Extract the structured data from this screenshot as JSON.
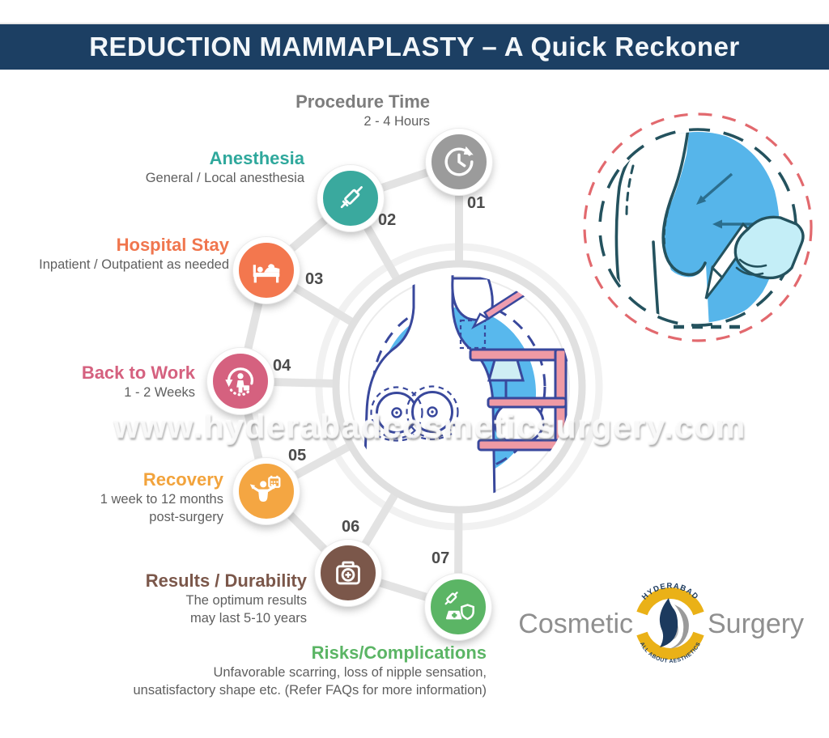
{
  "title_bar": {
    "text": "REDUCTION MAMMAPLASTY – A Quick Reckoner",
    "bg_color": "#1c3f63",
    "text_color": "#f3f7fa"
  },
  "watermark": {
    "text": "www.hyderabadcosmeticsurgery.com"
  },
  "diagram": {
    "center_illustration": "breast-reduction-surgery-scene",
    "side_illustration": "breast-profile-marking-scene",
    "steps": [
      {
        "number": "01",
        "heading": "Procedure Time",
        "heading_color": "#7d7d7d",
        "icon": "clock-history-icon",
        "icon_color": "#9b9b9b",
        "line1": "2 - 4 Hours"
      },
      {
        "number": "02",
        "heading": "Anesthesia",
        "heading_color": "#2fa89c",
        "icon": "syringe-icon",
        "icon_color": "#3aa99e",
        "line1": "General / Local anesthesia"
      },
      {
        "number": "03",
        "heading": "Hospital Stay",
        "heading_color": "#f0764e",
        "icon": "hospital-bed-icon",
        "icon_color": "#f3774e",
        "line1": "Inpatient / Outpatient as needed"
      },
      {
        "number": "04",
        "heading": "Back to Work",
        "heading_color": "#d5617f",
        "icon": "person-return-icon",
        "icon_color": "#d5617f",
        "line1": "1 - 2  Weeks"
      },
      {
        "number": "05",
        "heading": "Recovery",
        "heading_color": "#f2a33c",
        "icon": "recovery-calendar-icon",
        "icon_color": "#f4a642",
        "line1": "1 week to 12 months",
        "line2": "post-surgery"
      },
      {
        "number": "06",
        "heading": "Results / Durability",
        "heading_color": "#7b574a",
        "icon": "first-aid-kit-icon",
        "icon_color": "#7b574a",
        "line1": "The optimum results",
        "line2": "may last 5-10 years"
      },
      {
        "number": "07",
        "heading": "Risks/Complications",
        "heading_color": "#5bb565",
        "icon": "risk-shield-syringe-icon",
        "icon_color": "#5bb565",
        "line1": "Unfavorable scarring, loss of nipple sensation,",
        "line2": "unsatisfactory shape etc. (Refer FAQs for more information)"
      }
    ]
  },
  "logo": {
    "prefix": "Cosmetic",
    "suffix": "Surgery",
    "badge_top": "HYDERABAD",
    "badge_bottom": "ALL ABOUT AESTHETICS",
    "gold": "#eab117",
    "navy": "#1c3a5e",
    "gray": "#8f8f8f"
  }
}
